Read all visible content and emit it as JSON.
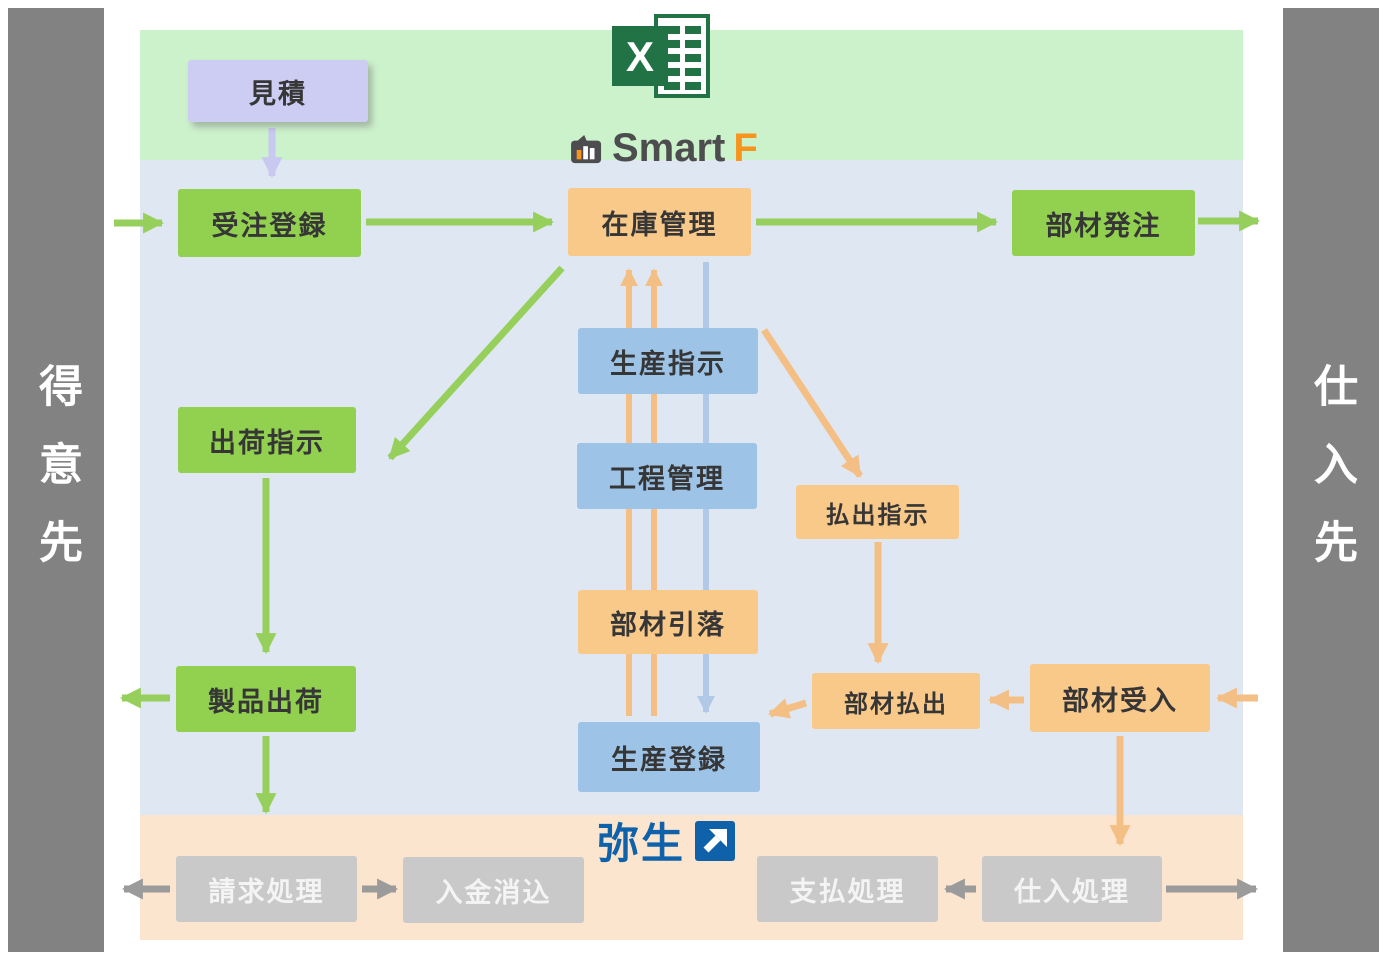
{
  "sidebars": {
    "left_label": "得意先",
    "right_label": "仕入先"
  },
  "logos": {
    "excel_letter": "X",
    "smartf_text": "Smart",
    "smartf_accent": "F",
    "yayoi_text": "弥生"
  },
  "nodes": {
    "estimate": "見積",
    "order_entry": "受注登録",
    "inventory_mgmt": "在庫管理",
    "parts_order": "部材発注",
    "production_instruction": "生産指示",
    "shipping_instruction": "出荷指示",
    "process_mgmt": "工程管理",
    "issue_instruction": "払出指示",
    "parts_debit": "部材引落",
    "product_shipping": "製品出荷",
    "parts_issue": "部材払出",
    "parts_receiving": "部材受入",
    "production_registration": "生産登録",
    "billing": "請求処理",
    "deposit_reconciliation": "入金消込",
    "payment_processing": "支払処理",
    "purchase_processing": "仕入処理"
  },
  "colors": {
    "side_bar": "#828282",
    "green_band": "#ccf2cc",
    "blue_band": "#dfe8f2",
    "peach_band": "#fce5cf",
    "green_box": "#92d050",
    "orange_box": "#f9c98a",
    "blue_box": "#9dc3e6",
    "lavender_box": "#cdcdf4",
    "gray_box": "#c9c9c9",
    "arrow_green": "#97cf5d",
    "arrow_orange": "#f3bf85",
    "arrow_blue": "#afc9e6",
    "arrow_purple": "#c9c8f0",
    "arrow_gray": "#9b9b9b",
    "excel_green": "#217346",
    "smartf_dark": "#4d4d4f",
    "smartf_orange": "#f7941d",
    "yayoi_blue": "#0f62aa"
  }
}
